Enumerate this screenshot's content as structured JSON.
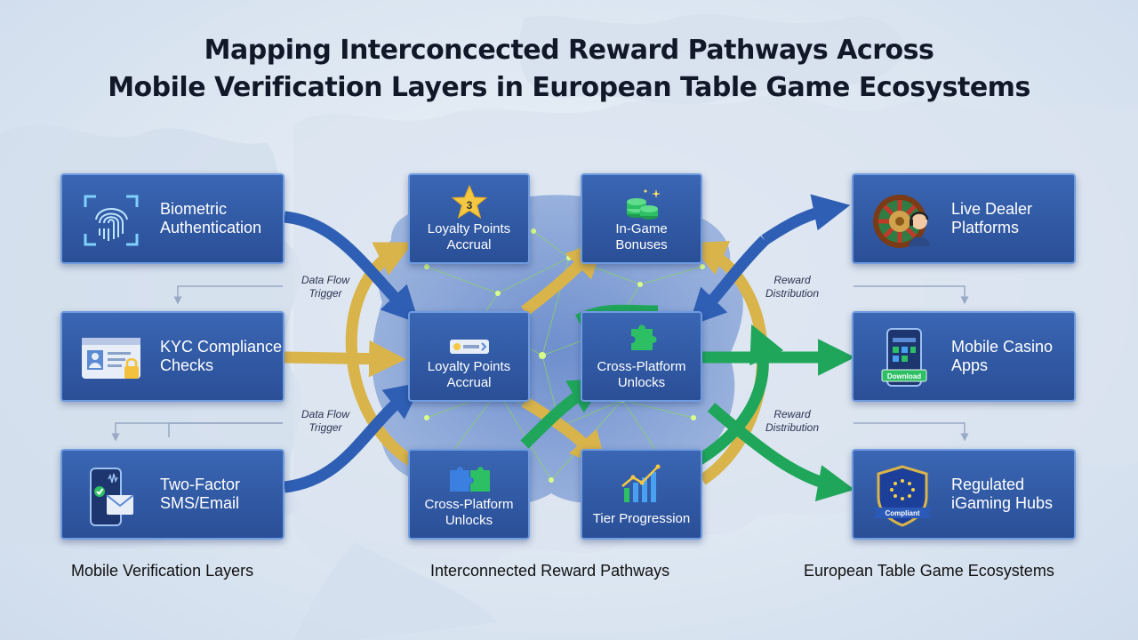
{
  "title": {
    "line1": "Mapping Interconcected Reward Pathways Across",
    "line2": "Mobile Verification Layers in European Table Game Ecosystems"
  },
  "left_nodes": [
    {
      "label": "Biometric Authentication",
      "icon": "fingerprint-icon"
    },
    {
      "label": "KYC Compliance Checks",
      "icon": "id-card-lock-icon"
    },
    {
      "label": "Two-Factor SMS/Email",
      "icon": "phone-message-icon"
    }
  ],
  "middle_nodes": {
    "loyalty_top": {
      "label_line1": "Loyalty Points",
      "label_line2": "Accrual",
      "icon": "star-badge-icon",
      "badge": "3"
    },
    "ingame_bonuses": {
      "label_line1": "In-Game",
      "label_line2": "Bonuses",
      "icon": "chip-stack-icon"
    },
    "loyalty_mid": {
      "label_line1": "Loyalty Points",
      "label_line2": "Accrual",
      "icon": "points-card-icon"
    },
    "cross_mid": {
      "label_line1": "Cross-Platform",
      "label_line2": "Unlocks",
      "icon": "puzzle-piece-icon"
    },
    "cross_bottom": {
      "label_line1": "Cross-Platform",
      "label_line2": "Unlocks",
      "icon": "puzzle-pieces-icon"
    },
    "tier": {
      "label_line1": "Tier Progression",
      "label_line2": "",
      "icon": "bar-chart-trend-icon"
    }
  },
  "right_nodes": [
    {
      "label": "Live Dealer Platforms",
      "icon": "roulette-dealer-icon"
    },
    {
      "label": "Mobile Casino Apps",
      "icon": "phone-app-icon",
      "badge": "Download"
    },
    {
      "label": "Regulated iGaming Hubs",
      "icon": "eu-shield-icon",
      "badge": "Compliant"
    }
  ],
  "flow_labels": {
    "left_top": {
      "line1": "Data Flow",
      "line2": "Trigger"
    },
    "left_bottom": {
      "line1": "Data Flow",
      "line2": "Trigger"
    },
    "right_top": {
      "line1": "Reward",
      "line2": "Distribution"
    },
    "right_bottom": {
      "line1": "Reward",
      "line2": "Distribution"
    }
  },
  "sections": {
    "left": "Mobile Verification Layers",
    "middle": "Interconnected Reward Pathways",
    "right": "European Table Game Ecosystems"
  },
  "colors": {
    "node_fill": "#2f5aa6",
    "blue_arrow": "#2f5fb4",
    "gold_arrow": "#d9b44a",
    "green_arrow": "#1fa65a",
    "network_glow": "#9fe35a"
  }
}
